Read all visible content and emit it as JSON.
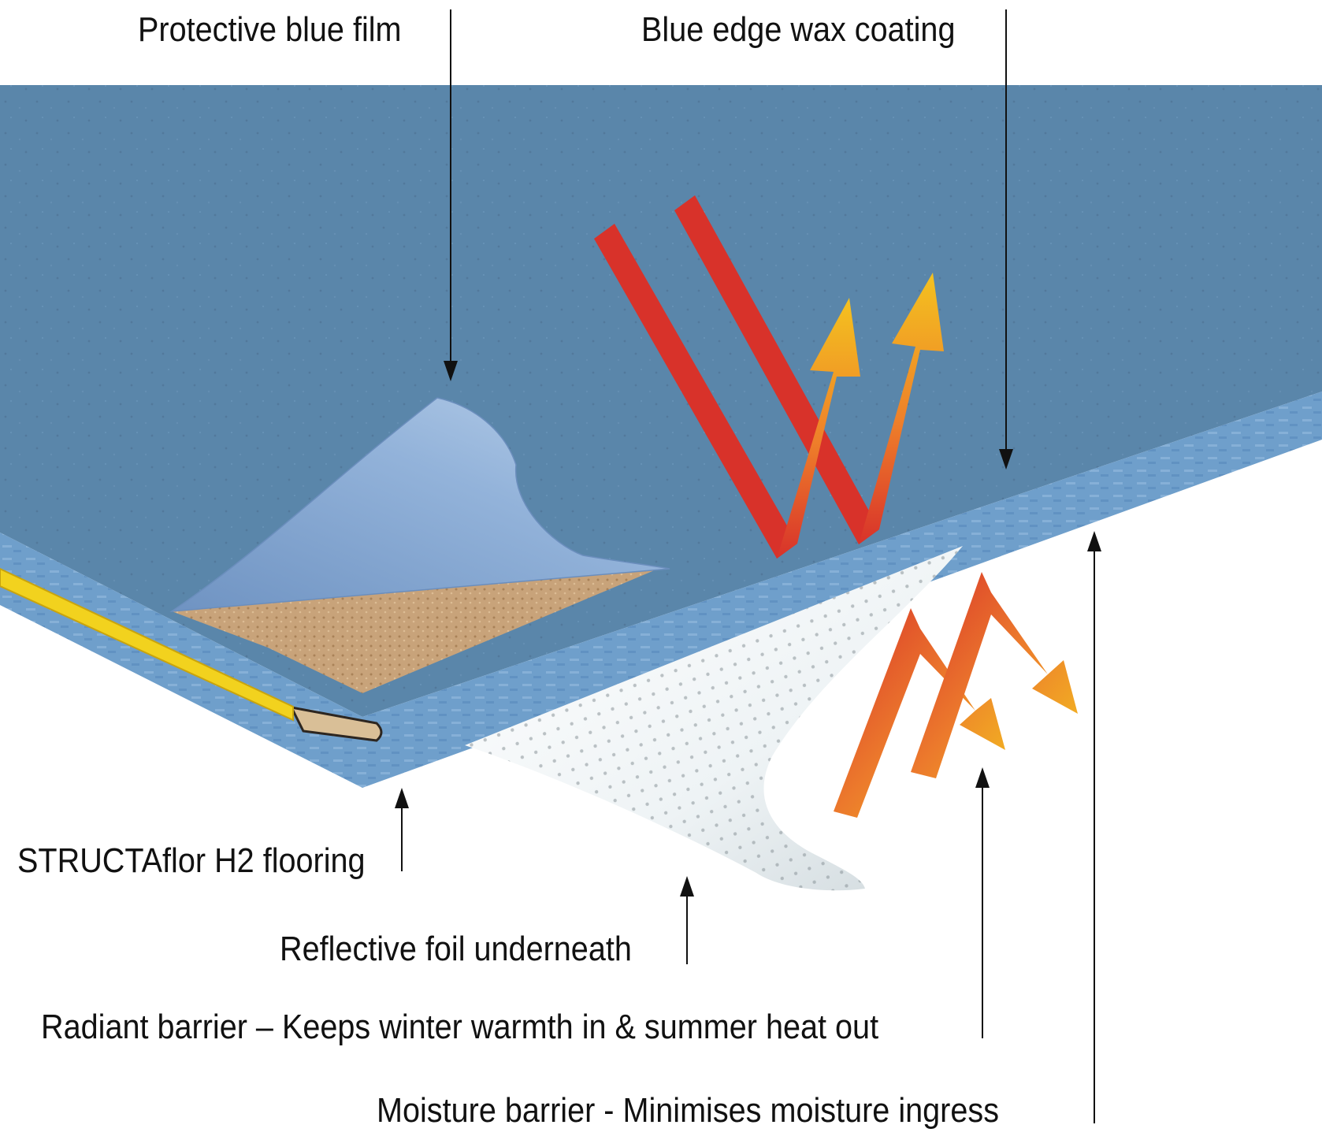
{
  "colors": {
    "background": "#ffffff",
    "board_top": "#5a86aa",
    "board_edge": "#6f9fcb",
    "board_core": "#c8a37a",
    "film": "#8fb0d6",
    "foil": "#eef3f5",
    "tongue": "#f2d21e",
    "arrow_red": "#d8322a",
    "arrow_yellow": "#f4c21f",
    "text": "#111111"
  },
  "icons": {
    "incoming_heat": "red-diagonal-arrow-icon",
    "reflected_heat": "gradient-up-arrow-icon"
  },
  "labels": {
    "film": "Protective blue film",
    "wax": "Blue edge wax coating",
    "flooring": "STRUCTAflor H2 flooring",
    "foil": "Reflective foil underneath",
    "radiant": "Radiant barrier – Keeps winter warmth in & summer heat out",
    "moisture": "Moisture barrier - Minimises moisture ingress"
  }
}
